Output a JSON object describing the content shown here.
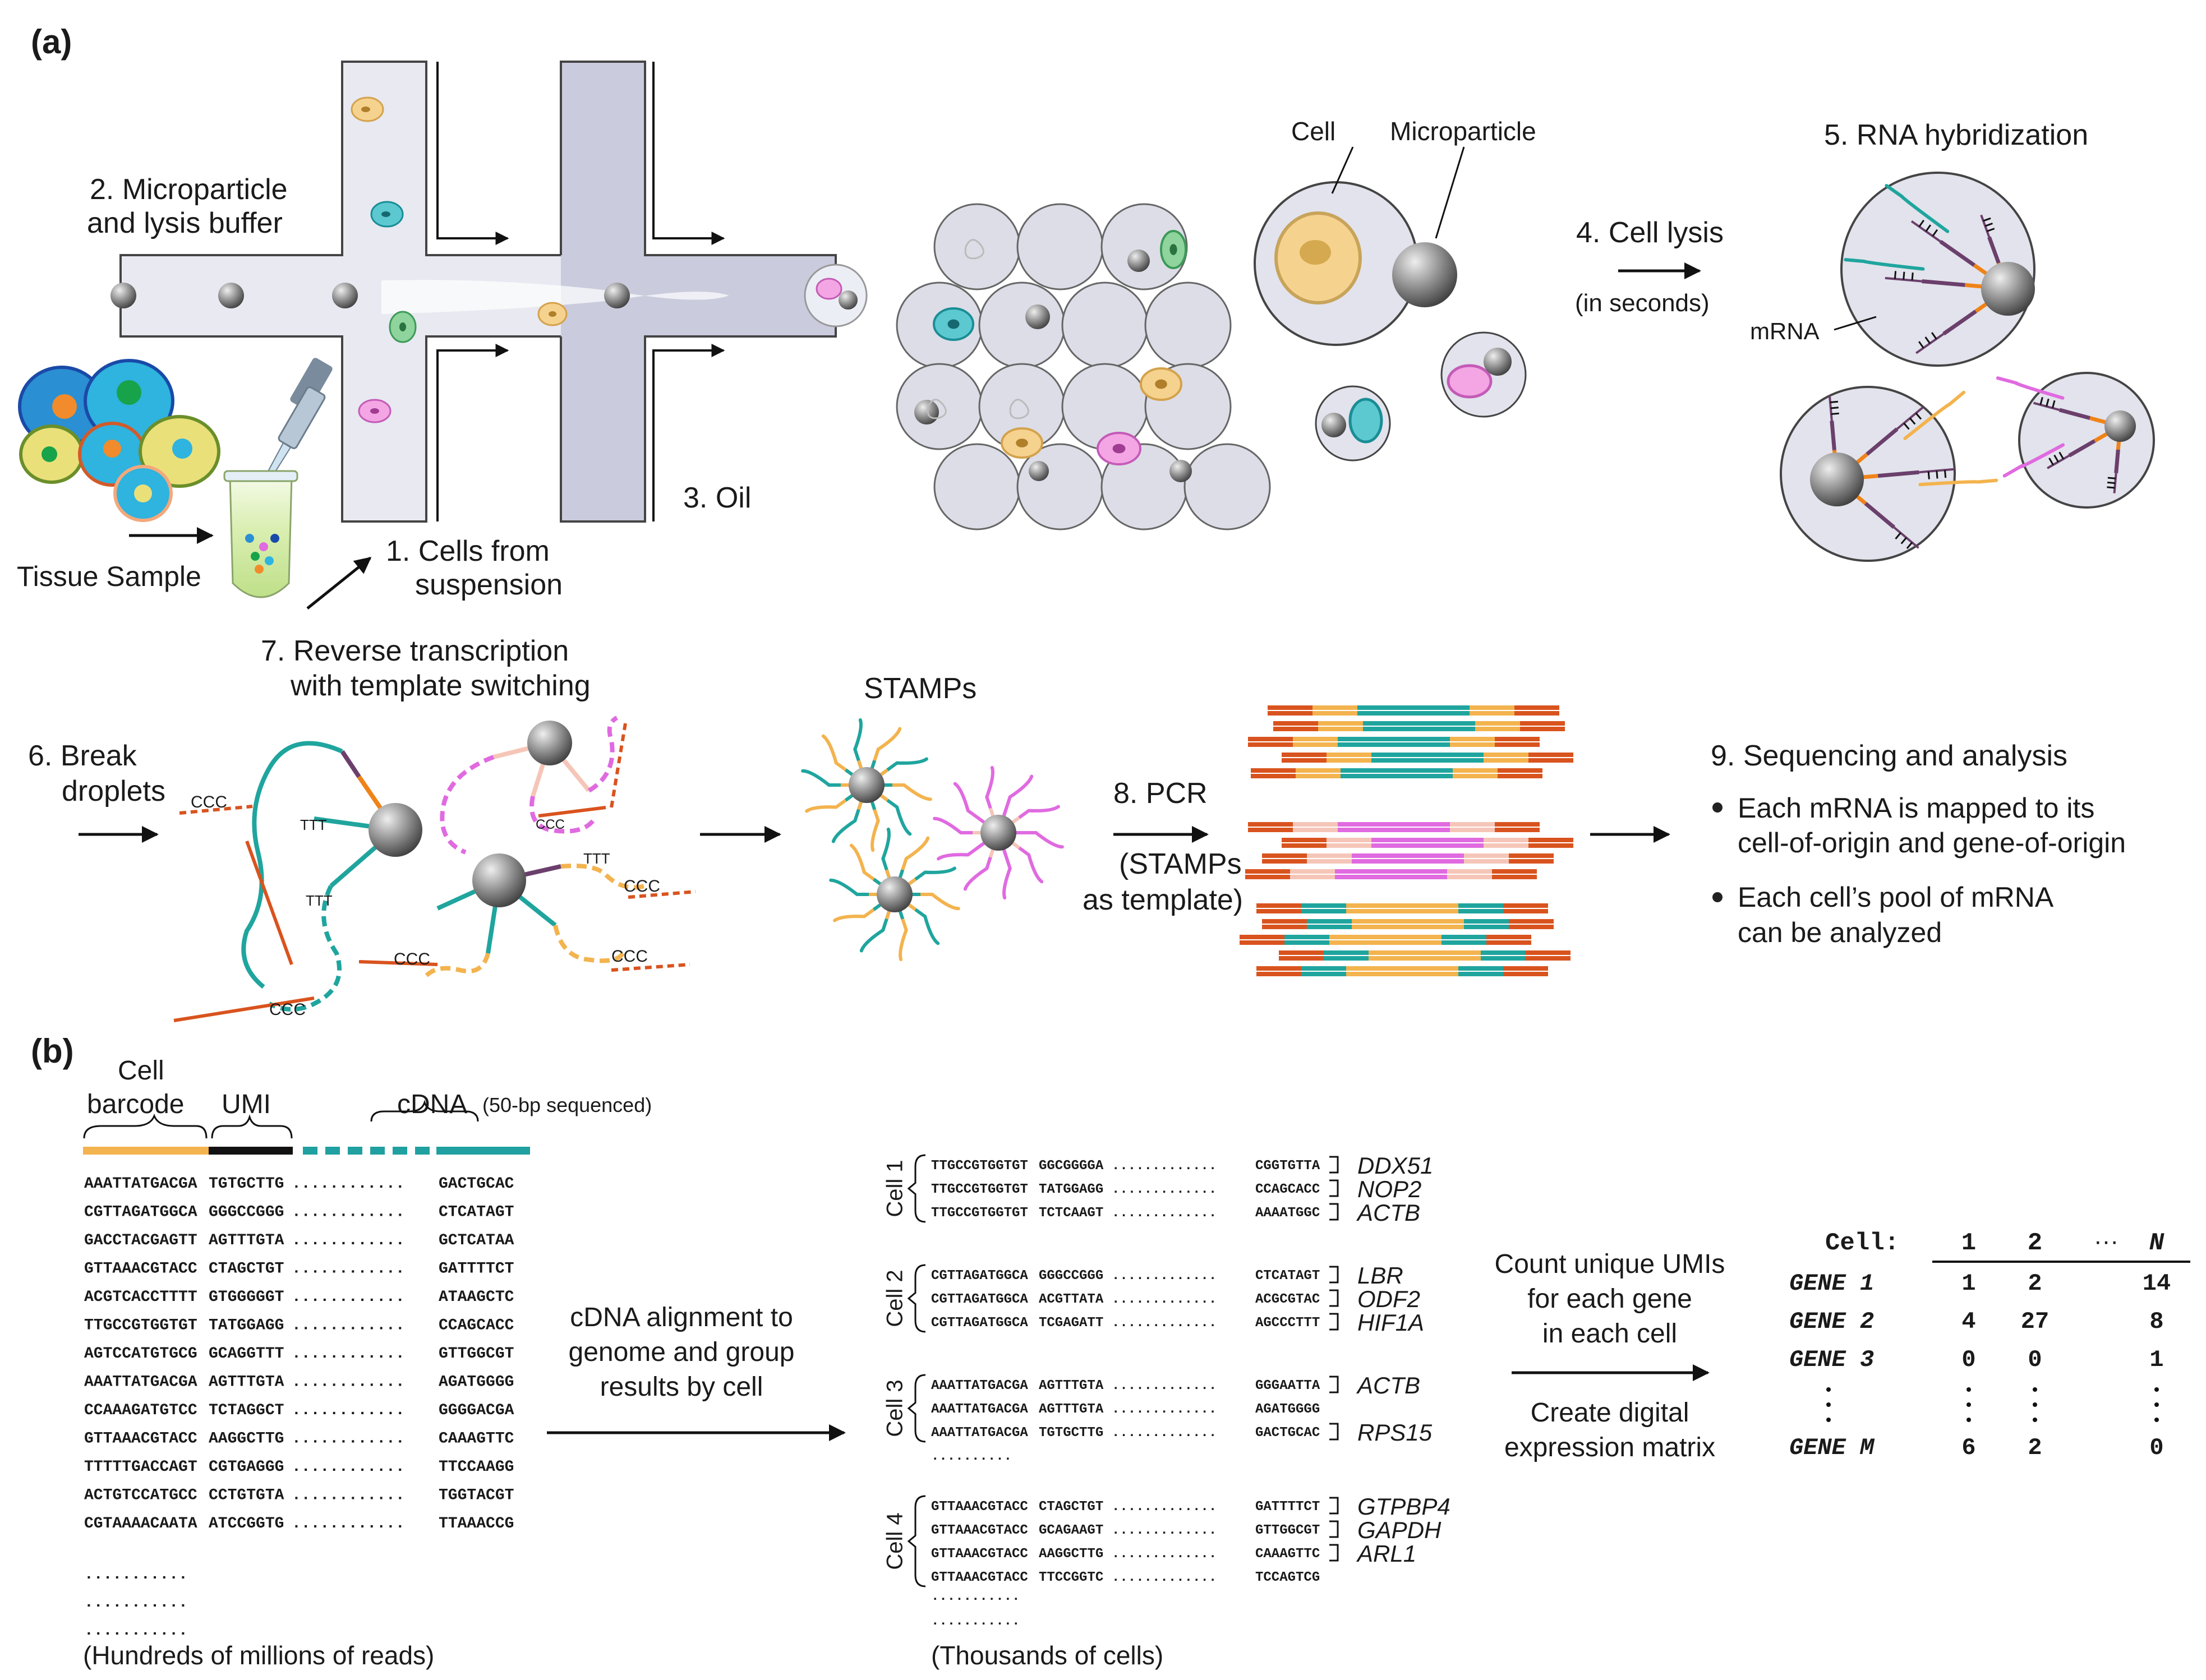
{
  "panel_a": {
    "label": "(a)",
    "step1": [
      "1. Cells from",
      "suspension"
    ],
    "step2": [
      "2. Microparticle",
      "and lysis buffer"
    ],
    "step3": "3. Oil",
    "tissue": "Tissue Sample",
    "cell_label": "Cell",
    "microparticle_label": "Microparticle",
    "step4": [
      "4. Cell lysis",
      "(in seconds)"
    ],
    "step5": "5. RNA hybridization",
    "mrna": "mRNA",
    "step6": [
      "6. Break",
      "droplets"
    ],
    "step7": [
      "7. Reverse transcription",
      "with template switching"
    ],
    "ccc": "CCC",
    "ttt": "TTT",
    "stamps": "STAMPs",
    "step8": [
      "8. PCR",
      "(STAMPs",
      "as template)"
    ],
    "step9": "9. Sequencing and analysis",
    "bullet1": [
      "Each mRNA is mapped to its",
      "cell-of-origin and gene-of-origin"
    ],
    "bullet2": [
      "Each cell’s pool of mRNA",
      "can be analyzed"
    ]
  },
  "panel_b": {
    "label": "(b)",
    "hdr_cell": [
      "Cell",
      "barcode"
    ],
    "hdr_umi": "UMI",
    "hdr_cdna": "cDNA",
    "hdr_cdna_note": "(50-bp sequenced)",
    "reads": [
      {
        "bc": "AAATTATGACGA",
        "umi": "TGTGCTTG",
        "end": "GACTGCAC",
        "color": "#1aa51a"
      },
      {
        "bc": "CGTTAGATGGCA",
        "umi": "GGGCCGGG",
        "end": "CTCATAGT",
        "color": "#1f4fd6"
      },
      {
        "bc": "GACCTACGAGTT",
        "umi": "AGTTTGTA",
        "end": "GCTCATAA",
        "color": "#e06ae0"
      },
      {
        "bc": "GTTAAACGTACC",
        "umi": "CTAGCTGT",
        "end": "GATTTTCT",
        "color": "#18b6d8"
      },
      {
        "bc": "ACGTCACCTTTT",
        "umi": "GTGGGGGT",
        "end": "ATAAGCTC",
        "color": "#f1b071"
      },
      {
        "bc": "TTGCCGTGGTGT",
        "umi": "TATGGAGG",
        "end": "CCAGCACC",
        "color": "#e8241c"
      },
      {
        "bc": "AGTCCATGTGCG",
        "umi": "GCAGGTTT",
        "end": "GTTGGCGT",
        "color": "#1c8a3c"
      },
      {
        "bc": "AAATTATGACGA",
        "umi": "AGTTTGTA",
        "end": "AGATGGGG",
        "color": "#1aa51a"
      },
      {
        "bc": "CCAAAGATGTCC",
        "umi": "TCTAGGCT",
        "end": "GGGGACGA",
        "color": "#a2c520"
      },
      {
        "bc": "GTTAAACGTACC",
        "umi": "AAGGCTTG",
        "end": "CAAAGTTC",
        "color": "#18b6d8"
      },
      {
        "bc": "TTTTTGACCAGT",
        "umi": "CGTGAGGG",
        "end": "TTCCAAGG",
        "color": "#f08318"
      },
      {
        "bc": "ACTGTCCATGCC",
        "umi": "CCTGTGTA",
        "end": "TGGTACGT",
        "color": "#e8241c"
      },
      {
        "bc": "CGTAAAACAATA",
        "umi": "ATCCGGTG",
        "end": "TTAAACCG",
        "color": "#1c8a3c"
      }
    ],
    "dots": "...........",
    "reads_caption": "(Hundreds of millions of reads)",
    "align": [
      "cDNA alignment to",
      "genome and group",
      "results by cell"
    ],
    "cells": [
      {
        "label": "Cell 1",
        "color": "#e8241c",
        "reads": [
          {
            "bc": "TTGCCGTGGTGT",
            "umi": "GGCGGGGA",
            "end": "CGGTGTTA",
            "gene": "DDX51"
          },
          {
            "bc": "TTGCCGTGGTGT",
            "umi": "TATGGAGG",
            "end": "CCAGCACC",
            "gene": "NOP2"
          },
          {
            "bc": "TTGCCGTGGTGT",
            "umi": "TCTCAAGT",
            "end": "AAAATGGC",
            "gene": "ACTB"
          }
        ]
      },
      {
        "label": "Cell 2",
        "color": "#1f4fd6",
        "reads": [
          {
            "bc": "CGTTAGATGGCA",
            "umi": "GGGCCGGG",
            "end": "CTCATAGT",
            "gene": "LBR"
          },
          {
            "bc": "CGTTAGATGGCA",
            "umi": "ACGTTATA",
            "end": "ACGCGTAC",
            "gene": "ODF2"
          },
          {
            "bc": "CGTTAGATGGCA",
            "umi": "TCGAGATT",
            "end": "AGCCCTTT",
            "gene": "HIF1A"
          }
        ]
      },
      {
        "label": "Cell 3",
        "color": "#1aa51a",
        "reads": [
          {
            "bc": "AAATTATGACGA",
            "umi": "AGTTTGTA",
            "end": "GGGAATTA",
            "gene": "ACTB"
          },
          {
            "bc": "AAATTATGACGA",
            "umi": "AGTTTGTA",
            "end": "AGATGGGG",
            "gene": ""
          },
          {
            "bc": "AAATTATGACGA",
            "umi": "TGTGCTTG",
            "end": "GACTGCAC",
            "gene": "RPS15"
          }
        ]
      },
      {
        "label": "Cell 4",
        "color": "#18b6d8",
        "reads": [
          {
            "bc": "GTTAAACGTACC",
            "umi": "CTAGCTGT",
            "end": "GATTTTCT",
            "gene": "GTPBP4"
          },
          {
            "bc": "GTTAAACGTACC",
            "umi": "GCAGAAGT",
            "end": "GTTGGCGT",
            "gene": "GAPDH"
          },
          {
            "bc": "GTTAAACGTACC",
            "umi": "AAGGCTTG",
            "end": "CAAAGTTC",
            "gene": "ARL1"
          },
          {
            "bc": "GTTAAACGTACC",
            "umi": "TTCCGGTC",
            "end": "TCCAGTCG",
            "gene": ""
          }
        ]
      }
    ],
    "cells_caption": "(Thousands of cells)",
    "count": [
      "Count unique UMIs",
      "for each gene",
      "in each cell"
    ],
    "create": [
      "Create digital",
      "expression matrix"
    ],
    "matrix": {
      "header": [
        "Cell:",
        "1",
        "2",
        "···",
        "N"
      ],
      "rows": [
        {
          "gene": "GENE 1",
          "v": [
            "1",
            "2",
            "14"
          ]
        },
        {
          "gene": "GENE 2",
          "v": [
            "4",
            "27",
            "8"
          ]
        },
        {
          "gene": "GENE 3",
          "v": [
            "0",
            "0",
            "1"
          ]
        },
        {
          "gene": "GENE M",
          "v": [
            "6",
            "2",
            "0"
          ]
        }
      ]
    }
  }
}
